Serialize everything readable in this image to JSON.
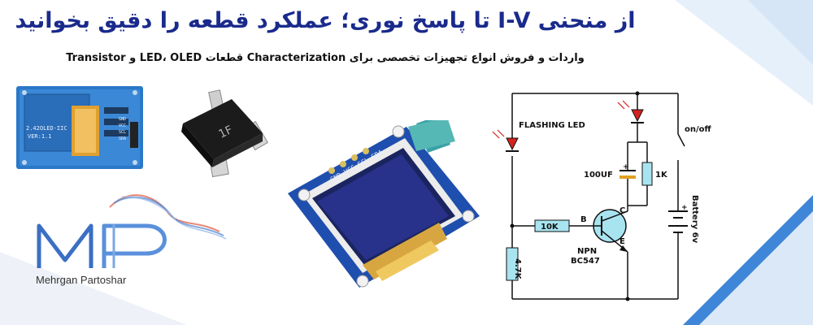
{
  "banner": {
    "headline": "از منحنی I-V تا پاسخ نوری؛ عملکرد قطعه را دقیق بخوانید",
    "subline": "واردات و فروش انواع تجهیزات تخصصی برای Characterization قطعات LED، OLED و Transistor"
  },
  "products": {
    "oled_board_top": "2.42OLED-IIC",
    "oled_board_ver": "VER:1.1",
    "oled_pins": [
      "GND",
      "VCC",
      "SCL",
      "SDA"
    ],
    "transistor_marking": "1F",
    "oled_module_pins": "GND VCC SCL SDA"
  },
  "brand": {
    "name": "Mehrgan Partoshar",
    "mark": "MP"
  },
  "circuit": {
    "label_flashing": "FLASHING LED",
    "label_switch": "on/off",
    "label_cap": "100UF",
    "label_r1k": "1K",
    "label_r10k": "10K",
    "label_r47k": "4.7K",
    "label_b": "B",
    "label_c": "C",
    "label_e": "E",
    "label_npn": "NPN",
    "label_bc": "BC547",
    "label_battery": "Battery 6v",
    "label_plus": "+"
  },
  "colors": {
    "headline": "#1a2a8c",
    "accent_blue": "#2f7fd8",
    "resistor_fill": "#a8e4f0"
  }
}
